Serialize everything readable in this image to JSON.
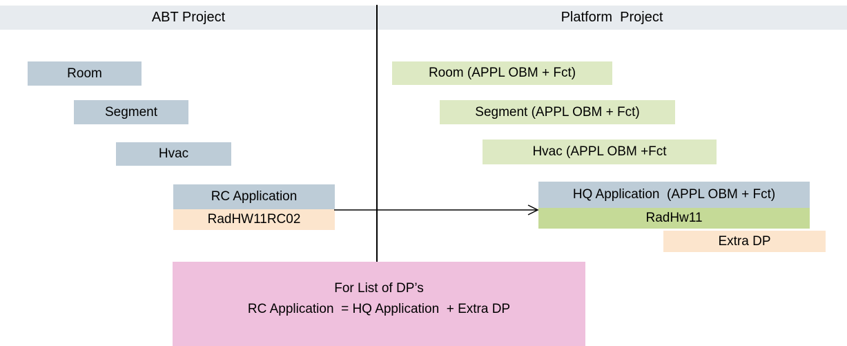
{
  "header": {
    "left_title": "ABT Project",
    "right_title": "Platform  Project"
  },
  "left_column": {
    "boxes": [
      {
        "label": "Room"
      },
      {
        "label": "Segment"
      },
      {
        "label": "Hvac"
      },
      {
        "label": "RC Application"
      },
      {
        "label": "RadHW11RC02"
      }
    ]
  },
  "right_column": {
    "boxes": [
      {
        "label": "Room (APPL OBM + Fct)"
      },
      {
        "label": "Segment (APPL OBM + Fct)"
      },
      {
        "label": "Hvac (APPL OBM +Fct"
      },
      {
        "label": "HQ Application  (APPL OBM + Fct)"
      },
      {
        "label": "RadHw11"
      },
      {
        "label": "Extra DP"
      }
    ]
  },
  "note": {
    "line1": "For List of DP’s",
    "line2": "RC Application  = HQ Application  + Extra DP"
  },
  "colors": {
    "header_bg": "#e7ebef",
    "blue_gray": "#bdccd7",
    "light_green": "#dde9c3",
    "medium_green": "#c5da97",
    "peach": "#fce5cd",
    "pink": "#efc0dd",
    "line": "#000000"
  }
}
